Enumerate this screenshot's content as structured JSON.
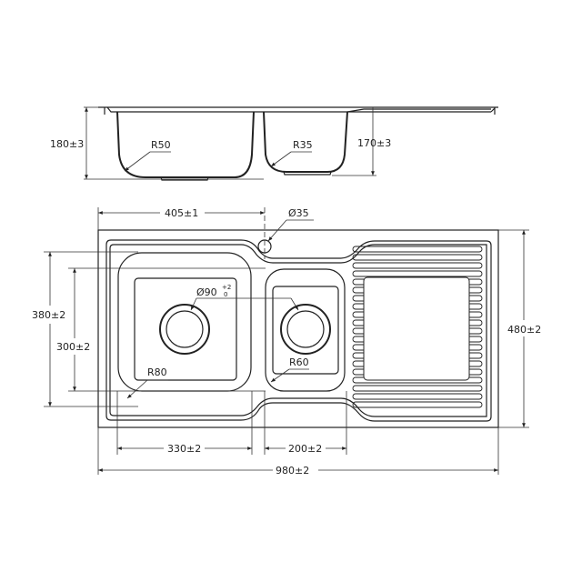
{
  "dimensions": {
    "depth_main": "180±3",
    "radius_main_bowl_side": "R50",
    "radius_small_bowl_side": "R35",
    "depth_small": "170±3",
    "tap_offset": "405±1",
    "tap_hole": "Ø35",
    "waste_diameter": "Ø90",
    "waste_tol_upper": "+2",
    "waste_tol_lower": "0",
    "bowl_height_outer": "380±2",
    "bowl_height_inner": "300±2",
    "radius_main_bowl": "R80",
    "radius_small_bowl": "R60",
    "overall_height": "480±2",
    "main_bowl_width": "330±2",
    "small_bowl_width": "200±2",
    "overall_width": "980±2"
  }
}
